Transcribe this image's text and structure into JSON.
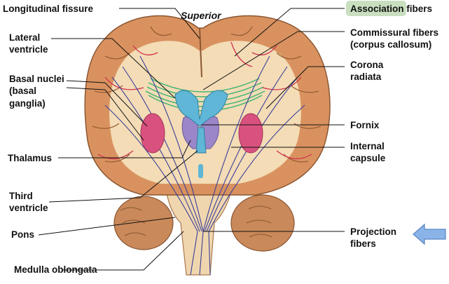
{
  "orientation_label": "Superior",
  "labels": {
    "longitudinal_fissure": "Longitudinal fissure",
    "lateral_ventricle": [
      "Lateral",
      "ventricle"
    ],
    "basal_nuclei": [
      "Basal nuclei",
      "(basal",
      "ganglia)"
    ],
    "thalamus": "Thalamus",
    "third_ventricle": [
      "Third",
      "ventricle"
    ],
    "pons": "Pons",
    "medulla_oblongata": "Medulla oblongata",
    "association_fibers": "Association fibers",
    "commissural_fibers": [
      "Commissural fibers",
      "(corpus callosum)"
    ],
    "corona_radiata": [
      "Corona",
      "radiata"
    ],
    "fornix": "Fornix",
    "internal_capsule": [
      "Internal",
      "capsule"
    ],
    "projection_fibers": [
      "Projection",
      "fibers"
    ]
  },
  "colors": {
    "cortex": "#d9925f",
    "white_matter": "#f3dcb6",
    "ventricle": "#5fb6d6",
    "basal_nuclei": "#d9527f",
    "thalamus": "#9a86c8",
    "commissural": "#3cb371",
    "projection": "#3b3f9a",
    "association": "#d1334f",
    "highlight": "#c9dfbf",
    "pointer_arrow": "#8ab4e8"
  }
}
